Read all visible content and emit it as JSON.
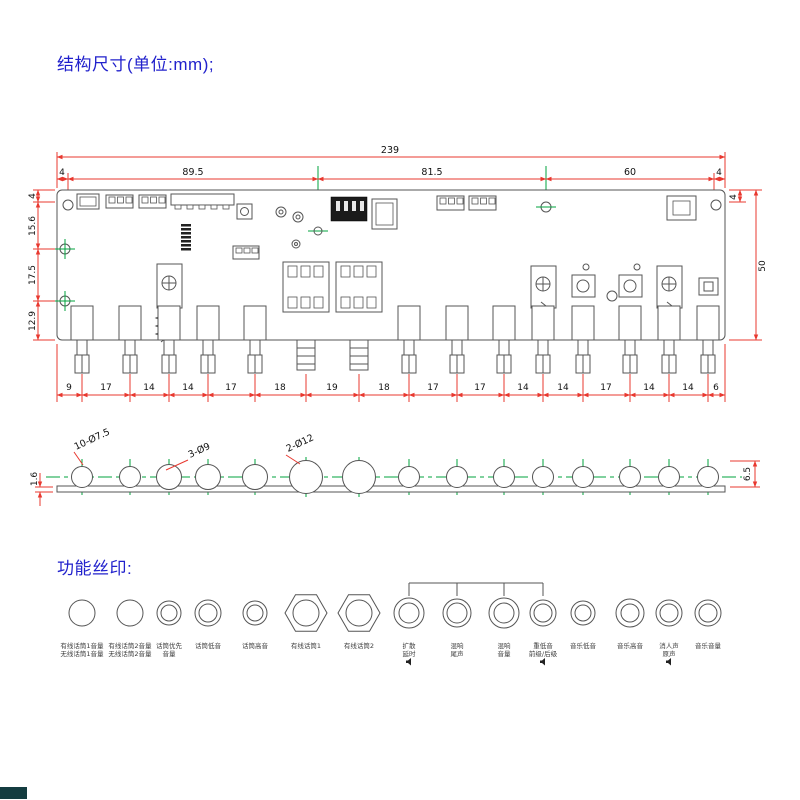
{
  "page": {
    "structure_title": "结构尺寸(单位:mm);",
    "silkscreen_title": "功能丝印:"
  },
  "board": {
    "total_width": "239",
    "top_segments": [
      "4",
      "89.5",
      "81.5",
      "60",
      "4"
    ],
    "left_segments": [
      "4",
      "15.6",
      "17.5",
      "12.9"
    ],
    "right_segments": [
      "4",
      "50"
    ],
    "bottom_segments": [
      "9",
      "17",
      "14",
      "14",
      "17",
      "18",
      "19",
      "18",
      "17",
      "17",
      "14",
      "14",
      "17",
      "14",
      "14",
      "6"
    ]
  },
  "panel": {
    "hole_label_small": "10-Ø7.5",
    "hole_label_medium": "3-Ø9",
    "hole_label_large": "2-Ø12",
    "height_dim": "6.5",
    "thickness_dim": "1.6"
  },
  "silkscreen": {
    "knobs": [
      {
        "line1": "有线话筒1音量",
        "line2": "无线话筒1音量"
      },
      {
        "line1": "有线话筒2音量",
        "line2": "无线话筒2音量"
      },
      {
        "line1": "话筒优先",
        "line2": "音量"
      },
      {
        "line1": "话筒低音"
      },
      {
        "line1": "话筒高音"
      },
      {
        "line1": "有线话筒1"
      },
      {
        "line1": "有线话筒2"
      },
      {
        "line1": "扩散",
        "line2": "延时"
      },
      {
        "line1": "混响",
        "line2": "尾声"
      },
      {
        "line1": "混响",
        "line2": "音量"
      },
      {
        "line1": "重低音",
        "line2": "前级/后级"
      },
      {
        "line1": "音乐低音"
      },
      {
        "line1": "音乐高音"
      },
      {
        "line1": "消人声",
        "line2": "原声"
      },
      {
        "line1": "音乐音量"
      }
    ]
  }
}
